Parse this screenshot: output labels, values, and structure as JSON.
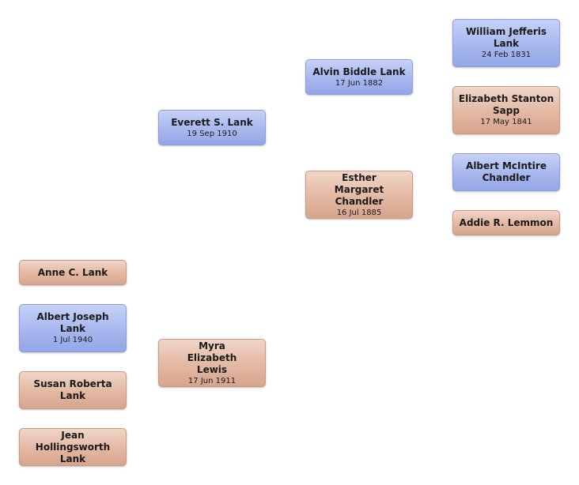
{
  "people": {
    "anne": {
      "name": "Anne C.  Lank",
      "date": ""
    },
    "albert_joseph": {
      "name": "Albert Joseph Lank",
      "date": "1 Jul 1940"
    },
    "susan": {
      "name": "Susan Roberta Lank",
      "date": ""
    },
    "jean": {
      "name": "Jean Hollingsworth Lank",
      "date": ""
    },
    "everett": {
      "name": "Everett S.  Lank",
      "date": "19 Sep 1910"
    },
    "myra": {
      "name": "Myra Elizabeth Lewis",
      "date": "17 Jun 1911"
    },
    "alvin": {
      "name": "Alvin Biddle  Lank",
      "date": "17 Jun 1882"
    },
    "esther": {
      "name": "Esther Margaret Chandler",
      "date": "16 Jul 1885"
    },
    "william": {
      "name": "William Jefferis Lank",
      "date": "24 Feb 1831"
    },
    "elizabeth": {
      "name": "Elizabeth Stanton Sapp",
      "date": "17 May 1841"
    },
    "albert_mcintire": {
      "name": "Albert McIntire Chandler",
      "date": ""
    },
    "addie": {
      "name": "Addie R.  Lemmon",
      "date": ""
    }
  },
  "colors": {
    "male": "#a7b7ee",
    "female": "#e3b8a2"
  }
}
